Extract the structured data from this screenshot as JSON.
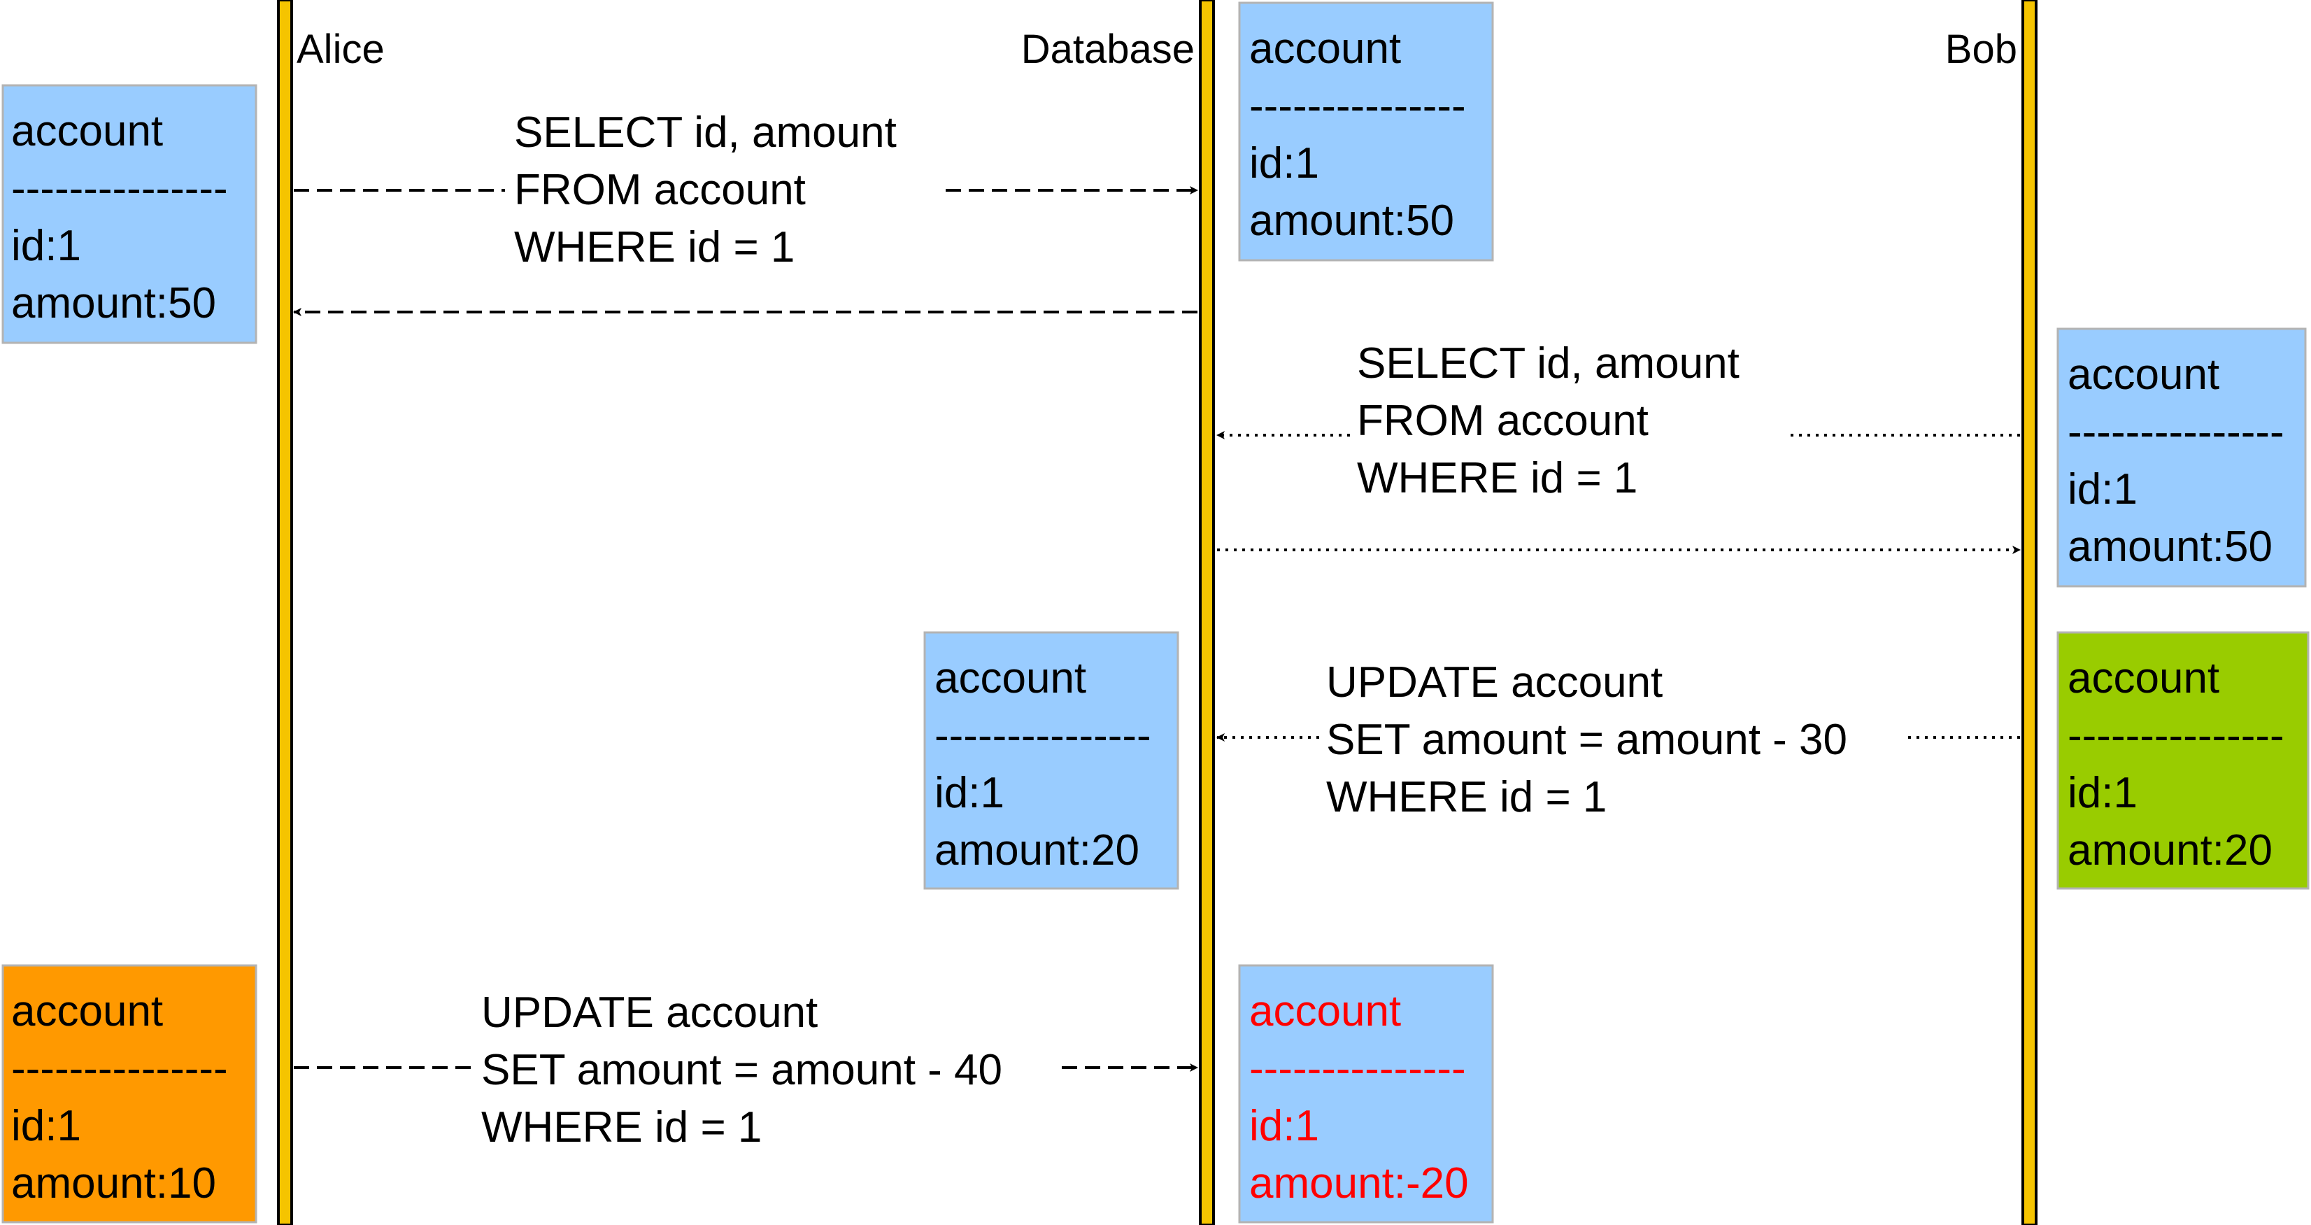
{
  "colors": {
    "lifeline": "#f5c400",
    "lifeline_border": "#000000",
    "card_blue": "#99ccff",
    "card_green": "#99cc00",
    "card_orange": "#ff9900",
    "text_default": "#000000",
    "text_alert": "#ff0000"
  },
  "lifelines": [
    {
      "id": "alice",
      "label": "Alice"
    },
    {
      "id": "database",
      "label": "Database"
    },
    {
      "id": "bob",
      "label": "Bob"
    }
  ],
  "cards": [
    {
      "id": "alice-read",
      "color": "blue",
      "text_color": "default",
      "lines": [
        "account",
        "---------------",
        "id:1",
        "amount:50"
      ]
    },
    {
      "id": "db-initial",
      "color": "blue",
      "text_color": "default",
      "lines": [
        "account",
        "---------------",
        "id:1",
        "amount:50"
      ]
    },
    {
      "id": "bob-read",
      "color": "blue",
      "text_color": "default",
      "lines": [
        "account",
        "---------------",
        "id:1",
        "amount:50"
      ]
    },
    {
      "id": "db-after-bob",
      "color": "blue",
      "text_color": "default",
      "lines": [
        "account",
        "---------------",
        "id:1",
        "amount:20"
      ]
    },
    {
      "id": "bob-updated",
      "color": "green",
      "text_color": "default",
      "lines": [
        "account",
        "---------------",
        "id:1",
        "amount:20"
      ]
    },
    {
      "id": "alice-updated",
      "color": "orange",
      "text_color": "default",
      "lines": [
        "account",
        "---------------",
        "id:1",
        "amount:10"
      ]
    },
    {
      "id": "db-final",
      "color": "blue",
      "text_color": "alert",
      "lines": [
        "account",
        "---------------",
        "id:1",
        "amount:-20"
      ]
    }
  ],
  "messages": [
    {
      "id": "alice-select",
      "from": "alice",
      "to": "database",
      "style": "dashed",
      "lines": [
        "SELECT id, amount",
        "FROM account",
        "WHERE id = 1"
      ]
    },
    {
      "id": "alice-select-result",
      "from": "database",
      "to": "alice",
      "style": "dashed",
      "lines": []
    },
    {
      "id": "bob-select",
      "from": "bob",
      "to": "database",
      "style": "dotted",
      "lines": [
        "SELECT id, amount",
        "FROM account",
        "WHERE id = 1"
      ]
    },
    {
      "id": "bob-select-result",
      "from": "database",
      "to": "bob",
      "style": "dotted",
      "lines": []
    },
    {
      "id": "bob-update",
      "from": "bob",
      "to": "database",
      "style": "dotted",
      "lines": [
        "UPDATE account",
        "SET amount = amount - 30",
        "WHERE id = 1"
      ]
    },
    {
      "id": "alice-update",
      "from": "alice",
      "to": "database",
      "style": "dashed",
      "lines": [
        "UPDATE account",
        "SET amount = amount - 40",
        "WHERE id = 1"
      ]
    }
  ]
}
